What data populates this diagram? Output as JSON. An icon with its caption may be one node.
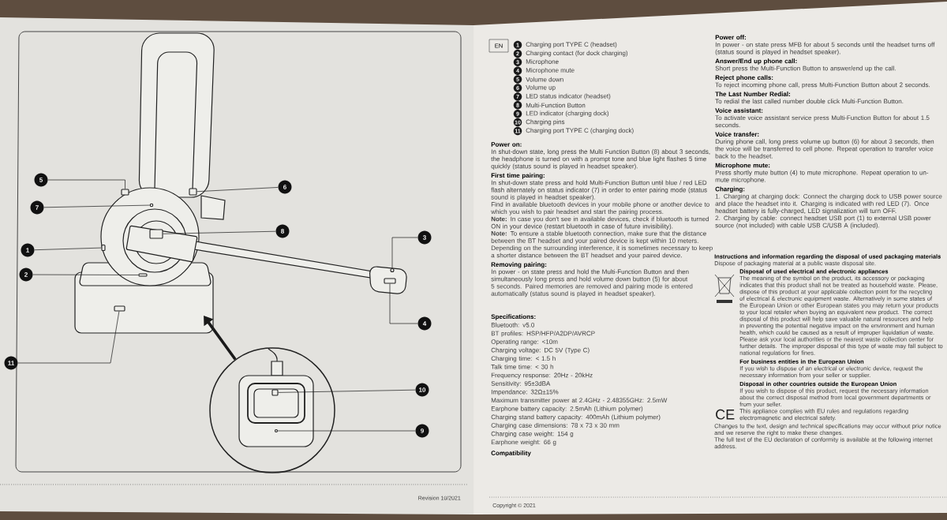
{
  "diagram": {
    "nodes": [
      {
        "text": [
          "5"
        ]
      },
      {
        "text": [
          "6"
        ]
      },
      {
        "text": [
          "7"
        ]
      },
      {
        "text": [
          "8"
        ]
      },
      {
        "text": [
          "1"
        ]
      },
      {
        "text": [
          "3"
        ]
      },
      {
        "text": [
          "2"
        ]
      },
      {
        "text": [
          "4"
        ]
      },
      {
        "text": [
          "11"
        ]
      },
      {
        "text": [
          "10"
        ]
      },
      {
        "text": [
          "9"
        ]
      },
      {
        "text": [],
        "shape": "circle"
      },
      {
        "text": [
          "EN"
        ]
      },
      {
        "text": [],
        "shape": "box"
      },
      {
        "text": [],
        "shape": "box"
      },
      {
        "text": [],
        "shape": "circle"
      },
      {
        "text": [],
        "shape": "box"
      },
      {
        "text": [],
        "shape": "box"
      },
      {
        "text": [],
        "shape": "circle"
      },
      {
        "text": [],
        "shape": "box"
      },
      {
        "text": [],
        "shape": "box"
      },
      {
        "text": [],
        "shape": "box"
      },
      {
        "text": [],
        "shape": "box",
        "in": 11
      },
      {
        "text": [],
        "shape": "circle",
        "in": 11
      }
    ],
    "edges": [
      {
        "from": 0,
        "to": 13,
        "arrow": "none"
      },
      {
        "from": 1,
        "to": 14,
        "arrow": "none"
      },
      {
        "from": 2,
        "to": 15,
        "arrow": "none"
      },
      {
        "from": 3,
        "to": 16,
        "arrow": "none"
      },
      {
        "from": 4,
        "to": 17,
        "arrow": "none"
      },
      {
        "from": 5,
        "to": 18,
        "arrow": "none"
      },
      {
        "from": 6,
        "to": 19,
        "arrow": "none"
      },
      {
        "from": 7,
        "to": 20,
        "arrow": "none"
      },
      {
        "from": 8,
        "to": 21,
        "arrow": "none"
      },
      {
        "from": 9,
        "to": 22,
        "arrow": "none"
      },
      {
        "from": 10,
        "to": 23,
        "arrow": "none"
      },
      {
        "from": 11,
        "to": null,
        "arrow": "to",
        "style": "thick"
      }
    ],
    "labels": [
      "1",
      "Charging port TYPE C (headset)",
      "2",
      "Charging contact (for dock charging)",
      "3",
      "Microphone",
      "4",
      "Microphone mute",
      "5",
      "Volume down",
      "6",
      "Volume up",
      "7",
      "LED status indicator (headset)",
      "8",
      "Multi-Function Button",
      "9",
      "LED indicator (charging dock)",
      "10",
      "Charging pins",
      "11",
      "Charging port TYPE C (charging dock)",
      "Power on:",
      "In shut-down state, long press the Multi Function Button (8) about 3 seconds, the headphone is turned on with a prompt tone and blue light flashes 5 time quickly (status sound is played in headset speaker).",
      "First time pairing:",
      "In shut-down state press and hold Multi-Function Button until blue / red LED flash alternately on status indicator (7) in order to enter pairing mode (status sound is played in headset speaker).",
      "Find in available bluetooth devices in your mobile phone or another device to which you wish to pair headset and start the pairing process.",
      "**Note:** In case you don't see in available devices, check if bluetooth is turned ON in your device (restart bluetooth in case of future invisibility).",
      "**Note:** To ensure a stable bluetooth connection, make sure that the distance between the BT headset and your paired device is kept within 10 meters. Depending on the surrounding interference, it is sometimes necessary to keep a shorter distance between the BT headset and your paired device.",
      "Removing pairing:",
      "In power - on state press and hold the Multi-Function Button and then simultaneously long press and hold volume down button (5) for about 5 seconds. Paired memories are removed and pairing mode is entered automatically (status sound is played in headset speaker).",
      "Power off:",
      "In power - on state press MFB for about 5 seconds until the headset turns off (status sound is played in headset speaker).",
      "Answer/End up phone call:",
      "Short press the Multi-Function Button to answer/end up the call.",
      "Reject phone calls:",
      "To reject incoming phone call, press Multi-Function Button about 2 seconds.",
      "The Last Number Redial:",
      "To redial the last called number double click Multi-Function Button.",
      "Voice assistant:",
      "To activate voice assistant service press Multi-Function Button for about 1.5 seconds.",
      "Voice transfer:",
      "During phone call, long press volume up button (6) for about 3 seconds, then the voice will be transferred to cell phone. Repeat operation to transfer voice back to the headset.",
      "Microphone mute:",
      "Press shortly mute button (4) to mute microphone. Repeat operation to un-mute microphone.",
      "Charging:",
      "1. Charging at charging dock: Connect the charging dock to USB power source and place the headset into it. Charging is indicated with red LED (7). Once headset battery is fully-charged, LED signalization will turn OFF.",
      "2. Charging by cable: connect headset USB port (1) to external USB power source (not included) with cable USB C/USB A (included).",
      "Specifications:",
      "Bluetooth: v5.0",
      "BT profiles: HSP/HFP/A2DP/AVRCP",
      "Operating range: <10m",
      "Charging voltage: DC 5V (Type C)",
      "Charging time: < 1.5 h",
      "Talk time time: < 30 h",
      "Frequency response: 20Hz - 20kHz",
      "Sensitivity: 95±3dBA",
      "Impendance: 32Ω±15%",
      "Maximum transmitter power at 2.4GHz - 2.48355GHz: 2.5mW",
      "Earphone battery capacity: 2.5mAh (Lithium polymer)",
      "Charging stand battery capacity: 400mAh (Lithium polymer)",
      "Charging case dimensions: 78 x 73 x 30 mm",
      "Charging case weight: 154 g",
      "Earphone weight: 66 g",
      "Compatibility",
      "Instructions and information regarding the disposal of used packaging materials",
      "Dispose of packaging material at a public waste disposal site.",
      "Disposal of used electrical and electronic appliances",
      "The meaning of the symbol on the product, its accessory or packaging indicates that this product shall not be treated as household waste. Please, dispose of this product at your applicable collection point for the recycling of electrical & electronic equipment waste. Alternatively in some states of the European Union or other European states you may return your products to your local retailer when buying an equivalent new product. The correct disposal of this product will help save valuable natural resources and help in preventing the potential negative impact on the environment and human health, which could be caused as a result of improper liquidation of waste. Please ask your local authorities or the nearest waste collection center for further details. The improper disposal of this type of waste may fall subject to national regulations for fines.",
      "For business entities in the European Union",
      "If you wish to dispose of an electrical or electronic device, request the necessary information from your seller or supplier.",
      "Disposal in other countries outside the European Union",
      "If you wish to dispose of this product, request the necessary information about the correct disposal method from local government departments or from your seller.",
      "This appliance complies with EU rules and regulations regarding electromagnetic and electrical safety.",
      "CE",
      "Changes to the text, design and technical specifications may occur without prior notice and we reserve the right to make these changes.",
      "The full text of the EU declaration of conformity is available at the following internet address.",
      "Copyright © 2021",
      "Revision 10/2021"
    ]
  }
}
